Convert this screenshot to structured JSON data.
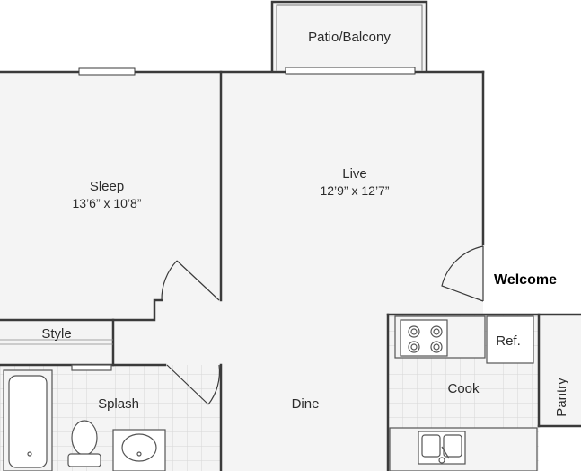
{
  "rooms": {
    "patio": {
      "label": "Patio/Balcony"
    },
    "sleep": {
      "label": "Sleep",
      "dimensions": "13’6” x 10’8”"
    },
    "live": {
      "label": "Live",
      "dimensions": "12’9” x 12’7”"
    },
    "style": {
      "label": "Style"
    },
    "splash": {
      "label": "Splash"
    },
    "dine": {
      "label": "Dine"
    },
    "cook": {
      "label": "Cook"
    },
    "pantry": {
      "label": "Pantry"
    }
  },
  "fixtures": {
    "refrigerator": {
      "label": "Ref."
    }
  },
  "entry": {
    "label": "Welcome"
  },
  "colors": {
    "wall": "#3a3a3a",
    "floor": "#f4f4f4",
    "tile_grid": "#d6d6d6",
    "fixture_line": "#555555"
  }
}
